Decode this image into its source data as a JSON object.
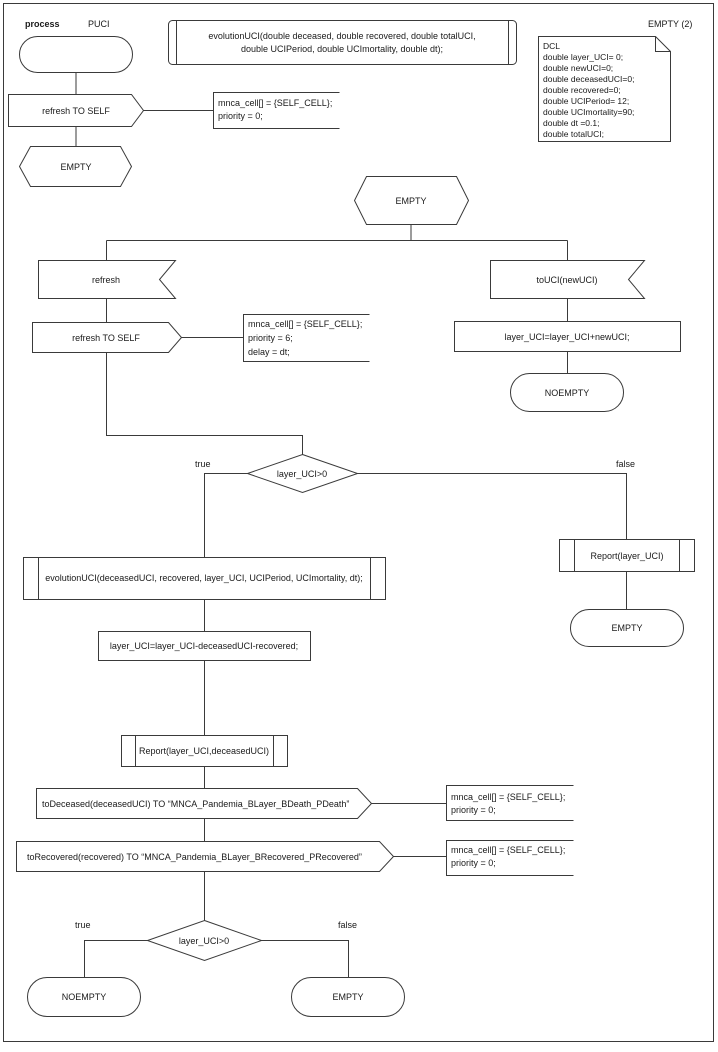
{
  "header": {
    "process_kw": "process",
    "process_name": "PUCI",
    "page_label": "EMPTY (2)"
  },
  "procedure_signature": [
    "evolutionUCI(double deceased, double recovered, double totalUCI,",
    "double UCIPeriod, double UCImortality, double dt);"
  ],
  "declarations": [
    "DCL",
    "double layer_UCI= 0;",
    "double newUCI=0;",
    "double deceasedUCI=0;",
    "double recovered=0;",
    "double UCIPeriod= 12;",
    "double UCImortality=90;",
    "double dt =0.1;",
    "double totalUCI;"
  ],
  "start_section": {
    "output": "refresh TO SELF",
    "comment": [
      "mnca_cell[] = {SELF_CELL};",
      "priority = 0;"
    ],
    "next_state": "EMPTY"
  },
  "state": "EMPTY",
  "left_branch": {
    "input": "refresh",
    "output": "refresh TO SELF",
    "comment": [
      "mnca_cell[] = {SELF_CELL};",
      "priority = 6;",
      "delay = dt;"
    ]
  },
  "right_branch": {
    "input": "toUCI(newUCI)",
    "task": "layer_UCI=layer_UCI+newUCI;",
    "next_state": "NOEMPTY"
  },
  "decision1": {
    "question": "layer_UCI>0",
    "true_label": "true",
    "false_label": "false"
  },
  "false_path": {
    "call": "Report(layer_UCI)",
    "next_state": "EMPTY"
  },
  "true_path": {
    "call": "evolutionUCI(deceasedUCI, recovered, layer_UCI, UCIPeriod, UCImortality, dt);",
    "task": "layer_UCI=layer_UCI-deceasedUCI-recovered;",
    "report": "Report(layer_UCI,deceasedUCI)",
    "output1": "toDeceased(deceasedUCI) TO “MNCA_Pandemia_BLayer_BDeath_PDeath”",
    "comment1": [
      "mnca_cell[] = {SELF_CELL};",
      "priority = 0;"
    ],
    "output2": "toRecovered(recovered) TO “MNCA_Pandemia_BLayer_BRecovered_PRecovered”",
    "comment2": [
      "mnca_cell[] = {SELF_CELL};",
      "priority = 0;"
    ]
  },
  "decision2": {
    "question": "layer_UCI>0",
    "true_label": "true",
    "false_label": "false",
    "true_state": "NOEMPTY",
    "false_state": "EMPTY"
  }
}
